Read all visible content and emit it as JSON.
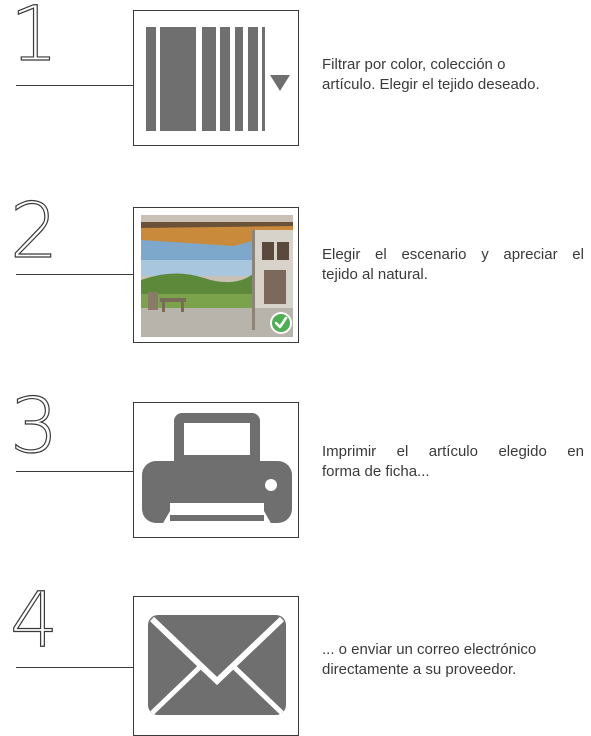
{
  "colors": {
    "ink": "#3a3a3a",
    "icon_gray": "#6f6f6f",
    "check_green": "#4caf50"
  },
  "steps": [
    {
      "number": "1",
      "icon": "fabric-filter-icon",
      "text_lines": [
        "Filtrar por color, colección o",
        "artículo. Elegir el tejido deseado."
      ]
    },
    {
      "number": "2",
      "icon": "awning-scene-icon",
      "text_lines": [
        "Elegir el escenario y apreciar el",
        "tejido al natural."
      ]
    },
    {
      "number": "3",
      "icon": "printer-icon",
      "text_lines": [
        "Imprimir el artículo elegido en",
        "forma de ficha..."
      ]
    },
    {
      "number": "4",
      "icon": "envelope-icon",
      "text_lines": [
        "... o enviar un correo electrónico",
        "directamente a su proveedor."
      ]
    }
  ]
}
